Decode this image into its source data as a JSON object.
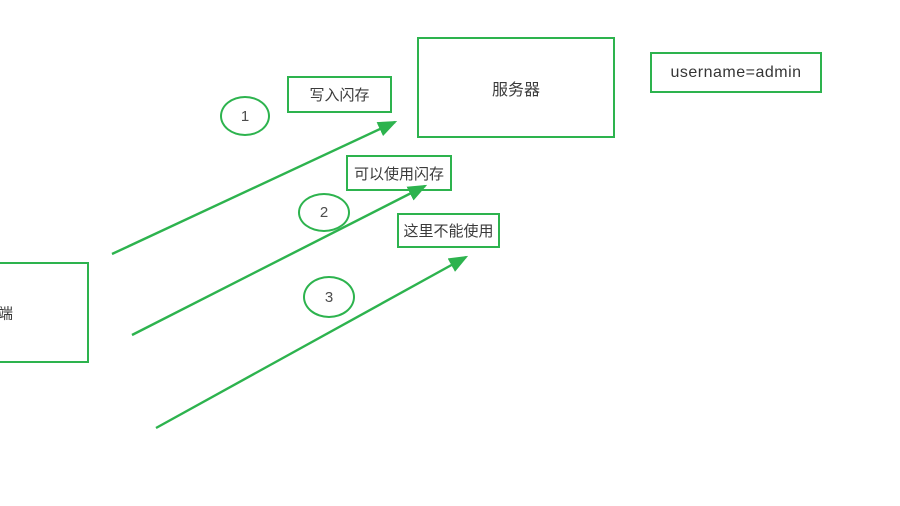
{
  "canvas": {
    "accent_color": "#2db34e",
    "background": "#ffffff",
    "text_color": "#3b3b3b"
  },
  "boxes": {
    "server": {
      "label": "服务器"
    },
    "credential": {
      "label": "username=admin"
    },
    "note1": {
      "label": "写入闪存"
    },
    "note2": {
      "label": "可以使用闪存"
    },
    "note3": {
      "label": "这里不能使用"
    },
    "client": {
      "label": "端"
    }
  },
  "step_markers": {
    "step1": "1",
    "step2": "2",
    "step3": "3"
  }
}
